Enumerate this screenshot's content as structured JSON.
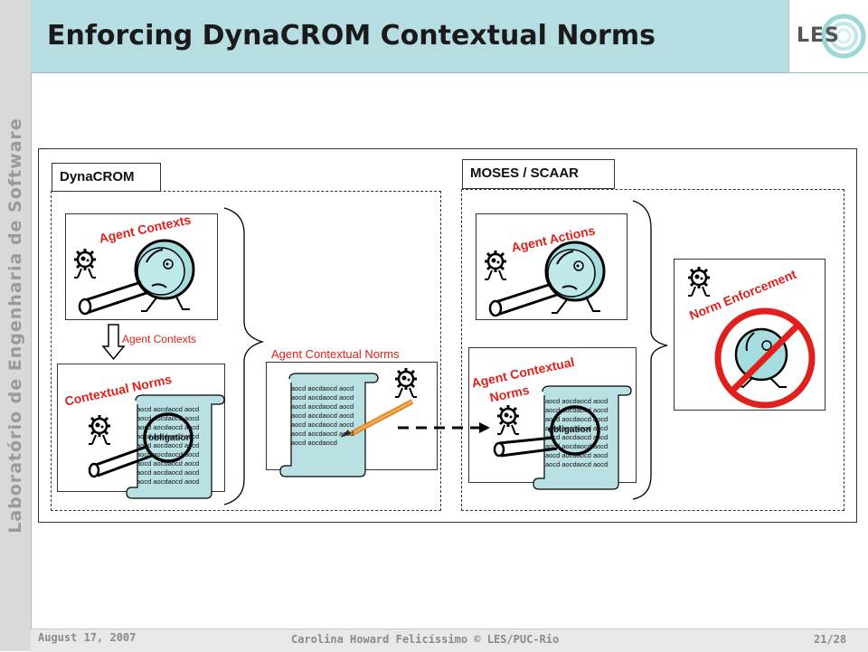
{
  "slide": {
    "title": "Enforcing DynaCROM Contextual Norms",
    "sidebar_text": "Laboratório de Engenharia de Software",
    "logo_text": "LES"
  },
  "footer": {
    "date": "August 17, 2007",
    "author": "Carolina Howard Felicíssimo © LES/PUC-Rio",
    "page": "21/28"
  },
  "left_panel": {
    "tab_label": "DynaCROM",
    "agent_contexts_label": "Agent Contexts",
    "arrow_label": "Agent Contexts",
    "contextual_norms_label": "Contextual Norms",
    "obligation_label": "obligation",
    "scroll_text": "aocd aocdaocd aocd\naocd aocdaocd aocd\naocd aocdaocd aocd\naocd aocdaocd aocd\naocd aocdaocd aocd\naocd aocdaocd aocd\naocd aocdaocd aocd\naocd aocdaocd aocd\naocd aocdaocd aocd"
  },
  "middle_panel": {
    "label": "Agent Contextual Norms",
    "scroll_text": "aocd aocdaocd aocd\naocd aocdaocd aocd\naocd aocdaocd aocd\naocd aocdaocd aocd\naocd aocdaocd aocd\naocd aocdaocd aocd\naocd aocdaocd"
  },
  "right_panel": {
    "tab_label": "MOSES / SCAAR",
    "agent_actions_label": "Agent Actions",
    "agent_contextual_norms_line1": "Agent Contextual",
    "agent_contextual_norms_line2": "Norms",
    "obligation_label": "obligation",
    "norm_enforcement_label": "Norm Enforcement",
    "scroll_text": "aocd aocdaocd aocd\naocd aocdaocd aocd\naocd aocdaocd aocd\naocd aocdaocd aocd\naocd aocdaocd aocd\naocd aocdaocd aocd\naocd aocdaocd aocd\naocd aocdaocd aocd"
  },
  "icons": {
    "agent": "agent-gear-icon",
    "magnifier": "magnifying-glass-icon",
    "scroll": "scroll-document-icon",
    "pencil": "pencil-icon",
    "prohibition": "prohibition-sign-icon",
    "person": "walking-person-icon",
    "arrow": "down-arrow-icon",
    "brace": "curly-brace-icon"
  },
  "colors": {
    "header_bg": "#b6dde2",
    "accent_red": "#e0201c",
    "cyan_fill": "#a6dde0",
    "scroll_fill": "#b9e1e4"
  }
}
